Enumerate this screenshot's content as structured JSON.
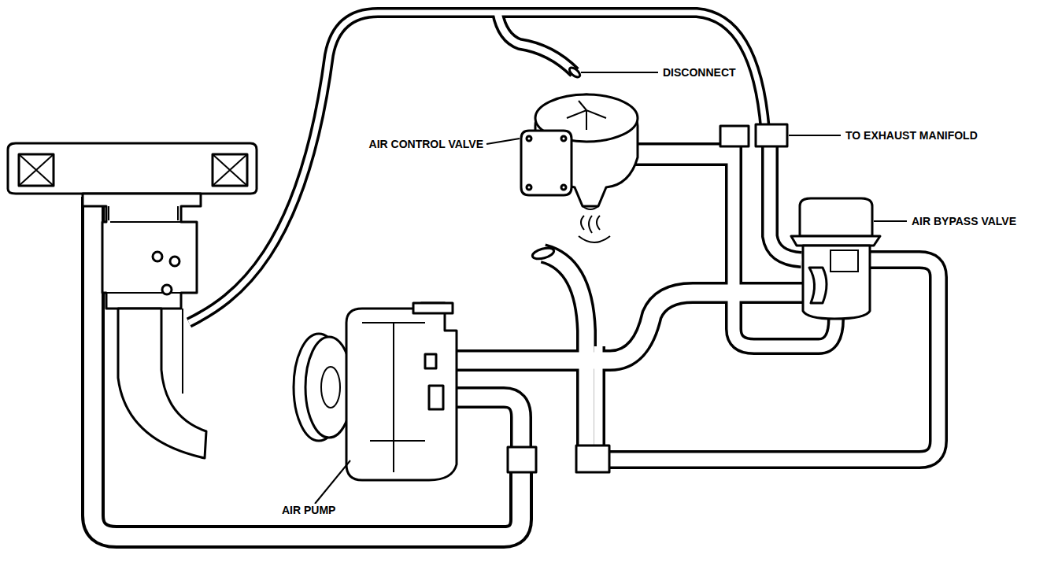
{
  "diagram": {
    "labels": [
      "DISCONNECT",
      "AIR CONTROL VALVE",
      "TO EXHAUST MANIFOLD",
      "AIR BYPASS VALVE",
      "AIR PUMP"
    ]
  }
}
